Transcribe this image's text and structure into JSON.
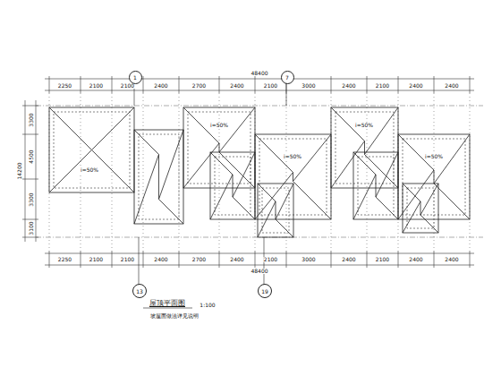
{
  "diagram": {
    "title": "屋顶平面图",
    "nodes": [
      {
        "text": [
          "1"
        ]
      },
      {
        "text": [
          "7"
        ]
      },
      {
        "text": [
          "13"
        ]
      },
      {
        "text": [
          "19"
        ]
      }
    ],
    "labels": [
      "48400",
      "2250",
      "2100",
      "2100",
      "2400",
      "2700",
      "2400",
      "2100",
      "3000",
      "2400",
      "2100",
      "2400",
      "2400",
      "48400",
      "2250",
      "2100",
      "2100",
      "2400",
      "2700",
      "2400",
      "2100",
      "3000",
      "2400",
      "2100",
      "2400",
      "2400",
      "14200",
      "3300",
      "4500",
      "3300",
      "3100",
      "1:100",
      "坡屋面做法详见说明",
      "i=50%",
      "i=50%",
      "i=50%",
      "i=50%",
      "i=50%"
    ]
  }
}
